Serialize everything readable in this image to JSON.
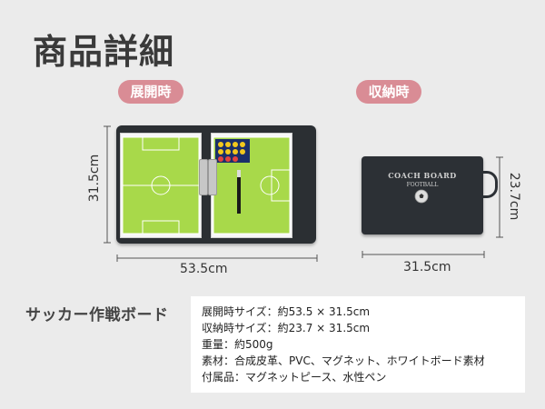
{
  "header": {
    "title": "商品詳細"
  },
  "badges": {
    "open": "展開時",
    "closed": "収納時"
  },
  "open_dims": {
    "width": "53.5cm",
    "height": "31.5cm"
  },
  "closed_dims": {
    "width": "31.5cm",
    "height": "23.7cm"
  },
  "case_print": {
    "title": "COACH BOARD",
    "subtitle": "FOOTBALL"
  },
  "product": {
    "name": "サッカー作戦ボード",
    "specs": [
      "展開時サイズ：約53.5 × 31.5cm",
      "収納時サイズ：約23.7 × 31.5cm",
      "重量：約500g",
      "素材：合成皮革、PVC、マグネット、ホワイトボード素材",
      "付属品：マグネットピース、水性ペン"
    ]
  },
  "colors": {
    "badge": "#d98c95",
    "background": "#ebebeb",
    "pitch": "#a8d94a",
    "board_dark": "#2b2f33"
  }
}
